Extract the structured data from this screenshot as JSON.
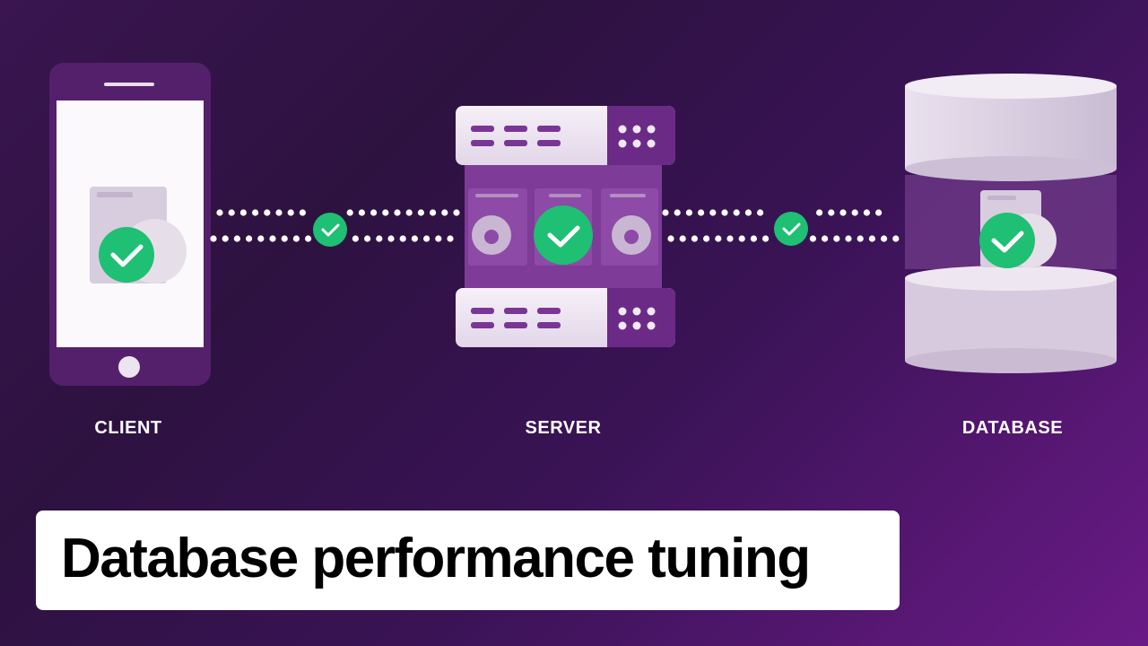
{
  "nodes": {
    "client": {
      "label": "CLIENT"
    },
    "server": {
      "label": "SERVER"
    },
    "database": {
      "label": "DATABASE"
    }
  },
  "caption": {
    "title": "Database performance tuning"
  },
  "colors": {
    "accent_check": "#1fbf74",
    "panel_light": "#efe6f2",
    "panel_purple": "#6b2a86"
  },
  "icons": [
    "check-icon",
    "hard-drive-icon",
    "server-rack-icon",
    "phone-icon",
    "database-cylinder-icon"
  ]
}
